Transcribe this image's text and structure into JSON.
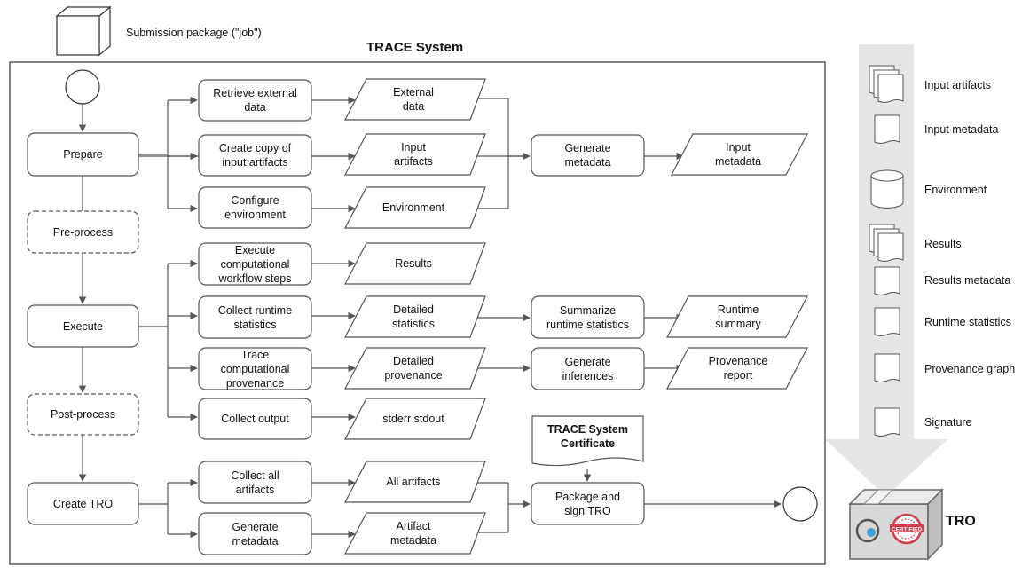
{
  "submission_label": "Submission package (\"job\")",
  "system_title": "TRACE System",
  "phases": {
    "prepare": "Prepare",
    "preprocess": "Pre-process",
    "execute": "Execute",
    "postprocess": "Post-process",
    "create_tro": "Create TRO"
  },
  "processes": {
    "retrieve_external": "Retrieve external\ndata",
    "create_copy": "Create copy of\ninput artifacts",
    "configure_env": "Configure\nenvironment",
    "generate_metadata_1": "Generate\nmetadata",
    "execute_steps": "Execute\ncomputational\nworkflow steps",
    "collect_runtime": "Collect runtime\nstatistics",
    "summarize_runtime": "Summarize\nruntime statistics",
    "trace_provenance": "Trace\ncomputational\nprovenance",
    "generate_inferences": "Generate\ninferences",
    "collect_output": "Collect output",
    "collect_all": "Collect all\nartifacts",
    "generate_metadata_2": "Generate\nmetadata",
    "package_sign": "Package and\nsign TRO"
  },
  "data_items": {
    "external_data": "External\ndata",
    "input_artifacts": "Input\nartifacts",
    "input_metadata": "Input\nmetadata",
    "environment": "Environment",
    "results": "Results",
    "detailed_statistics": "Detailed\nstatistics",
    "runtime_summary": "Runtime\nsummary",
    "detailed_provenance": "Detailed\nprovenance",
    "provenance_report": "Provenance\nreport",
    "stderr_stdout": "stderr stdout",
    "all_artifacts": "All artifacts",
    "artifact_metadata": "Artifact\nmetadata"
  },
  "certificate": "TRACE System\nCertificate",
  "legend": [
    {
      "label": "Input artifacts",
      "icon": "stacked-document-icon"
    },
    {
      "label": "Input metadata",
      "icon": "document-icon"
    },
    {
      "label": "Environment",
      "icon": "cylinder-icon"
    },
    {
      "label": "Results",
      "icon": "stacked-document-icon"
    },
    {
      "label": "Results metadata",
      "icon": "document-icon"
    },
    {
      "label": "Runtime statistics",
      "icon": "document-icon"
    },
    {
      "label": "Provenance graph",
      "icon": "document-icon"
    },
    {
      "label": "Signature",
      "icon": "document-icon"
    }
  ],
  "tro_label": "TRO",
  "badge_text": "CERTIFIED"
}
